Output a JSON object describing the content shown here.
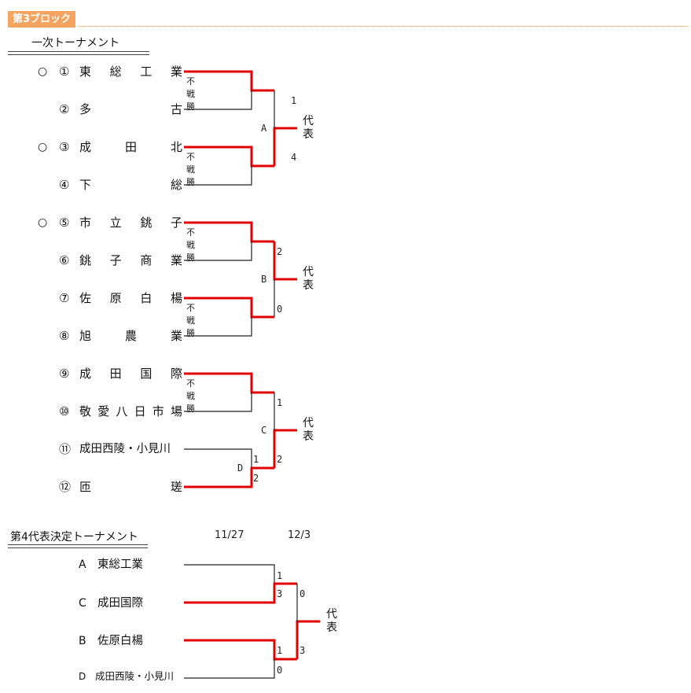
{
  "block": {
    "label": "第3ブロック"
  },
  "first_round": {
    "title": "一次トーナメント",
    "teams": [
      {
        "mark": "○",
        "num": "①",
        "chars": [
          "東",
          "総",
          "工",
          "業"
        ],
        "forfeit": "不戦勝"
      },
      {
        "mark": "",
        "num": "②",
        "chars": [
          "多",
          "古"
        ]
      },
      {
        "mark": "○",
        "num": "③",
        "chars": [
          "成",
          "田",
          "北"
        ],
        "forfeit": "不戦勝"
      },
      {
        "mark": "",
        "num": "④",
        "chars": [
          "下",
          "総"
        ]
      },
      {
        "mark": "○",
        "num": "⑤",
        "chars": [
          "市",
          "立",
          "銚",
          "子"
        ],
        "forfeit": "不戦勝"
      },
      {
        "mark": "",
        "num": "⑥",
        "chars": [
          "銚",
          "子",
          "商",
          "業"
        ]
      },
      {
        "mark": "",
        "num": "⑦",
        "chars": [
          "佐",
          "原",
          "白",
          "楊"
        ],
        "forfeit": "不戦勝"
      },
      {
        "mark": "",
        "num": "⑧",
        "chars": [
          "旭",
          "農",
          "業"
        ]
      },
      {
        "mark": "",
        "num": "⑨",
        "chars": [
          "成",
          "田",
          "国",
          "際"
        ],
        "forfeit": "不戦勝"
      },
      {
        "mark": "",
        "num": "⑩",
        "chars": [
          "敬",
          "愛",
          "八",
          "日",
          "市",
          "場"
        ]
      },
      {
        "mark": "",
        "num": "⑪",
        "name": "成田西陵・小見川"
      },
      {
        "mark": "",
        "num": "⑫",
        "chars": [
          "匝",
          "瑳"
        ]
      }
    ],
    "groups": [
      {
        "letter": "A",
        "score_top": "1",
        "score_bottom": "4",
        "rep": "代表"
      },
      {
        "letter": "B",
        "score_top": "2",
        "score_bottom": "0",
        "rep": "代表"
      },
      {
        "letter": "C",
        "score_top": "1",
        "score_bottom": "2",
        "rep": "代表"
      }
    ],
    "sub_match": {
      "letter": "D",
      "score_top": "1",
      "score_bottom": "2"
    }
  },
  "final_round": {
    "title": "第4代表決定トーナメント",
    "dates": [
      "11/27",
      "12/3"
    ],
    "entries": [
      {
        "letter": "A",
        "name": "東総工業"
      },
      {
        "letter": "C",
        "name": "成田国際"
      },
      {
        "letter": "B",
        "name": "佐原白楊"
      },
      {
        "letter": "D",
        "name": "成田西陵・小見川"
      }
    ],
    "scores": {
      "semi1_top": "1",
      "semi1_bottom": "3",
      "semi2_top": "1",
      "semi2_bottom": "0",
      "final_top": "0",
      "final_bottom": "3"
    },
    "rep": "代表"
  },
  "colors": {
    "win": "#e00000",
    "line": "#222222",
    "accent": "#f4a460"
  }
}
